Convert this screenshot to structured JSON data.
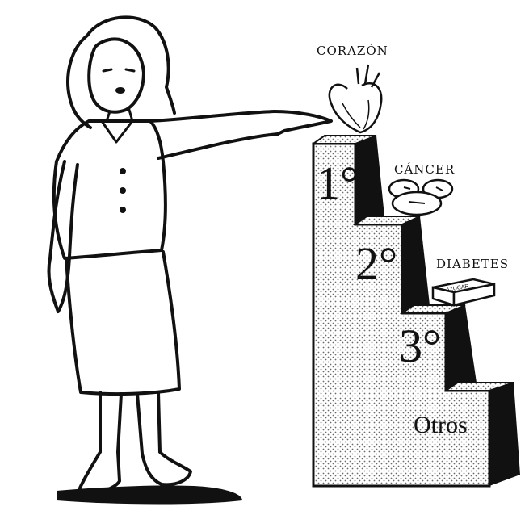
{
  "illustration": {
    "steps": [
      {
        "rank": "1°",
        "cause": "CORAZÓN"
      },
      {
        "rank": "2°",
        "cause": "CÁNCER"
      },
      {
        "rank": "3°",
        "cause": "DIABETES"
      },
      {
        "rank": "Otros",
        "cause": ""
      }
    ],
    "sugar_box_text": "AZUCAR",
    "colors": {
      "ink": "#111111",
      "dots": "#6b6b6b",
      "paper": "#ffffff"
    }
  }
}
